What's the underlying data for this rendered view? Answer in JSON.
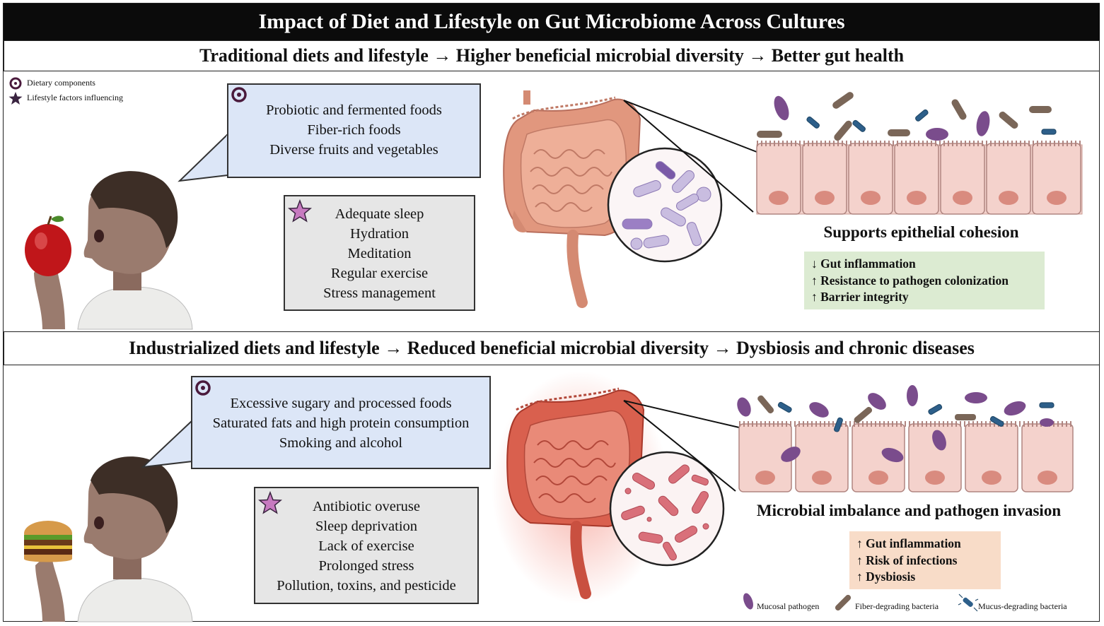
{
  "title": "Impact of Diet and Lifestyle on Gut Microbiome Across Cultures",
  "top_legend": {
    "dietary": "Dietary components",
    "lifestyle": "Lifestyle factors influencing"
  },
  "traditional": {
    "banner": "Traditional diets and lifestyle → Higher beneficial microbial diversity → Better gut health",
    "diet_items": [
      "Probiotic and fermented foods",
      "Fiber-rich foods",
      "Diverse fruits and vegetables"
    ],
    "lifestyle_items": [
      "Adequate sleep",
      "Hydration",
      "Meditation",
      "Regular exercise",
      "Stress management"
    ],
    "panel_title": "Supports epithelial cohesion",
    "effects": [
      "↓ Gut inflammation",
      "↑ Resistance to pathogen colonization",
      "↑ Barrier integrity"
    ]
  },
  "industrialized": {
    "banner": "Industrialized diets and lifestyle → Reduced beneficial microbial diversity → Dysbiosis and chronic diseases",
    "diet_items": [
      "Excessive sugary and processed foods",
      "Saturated fats and high protein consumption",
      "Smoking and alcohol"
    ],
    "lifestyle_items": [
      "Antibiotic overuse",
      "Sleep deprivation",
      "Lack of exercise",
      "Prolonged stress",
      "Pollution, toxins, and pesticide"
    ],
    "panel_title": "Microbial imbalance and pathogen invasion",
    "effects": [
      "↑ Gut inflammation",
      "↑ Risk of infections",
      "↑ Dysbiosis"
    ]
  },
  "bottom_legend": {
    "mucosal": "Mucosal pathogen",
    "fiber": "Fiber-degrading bacteria",
    "mucus": "Mucus-degrading bacteria"
  },
  "colors": {
    "diet_box": "#dce6f7",
    "lifestyle_box": "#e6e6e6",
    "good_effects": "#dcebd2",
    "bad_effects": "#f8dcc8",
    "pathogen": "#7a4c8c",
    "fiber_bacteria": "#7a6658",
    "epithelium": "#f4d2cc"
  }
}
